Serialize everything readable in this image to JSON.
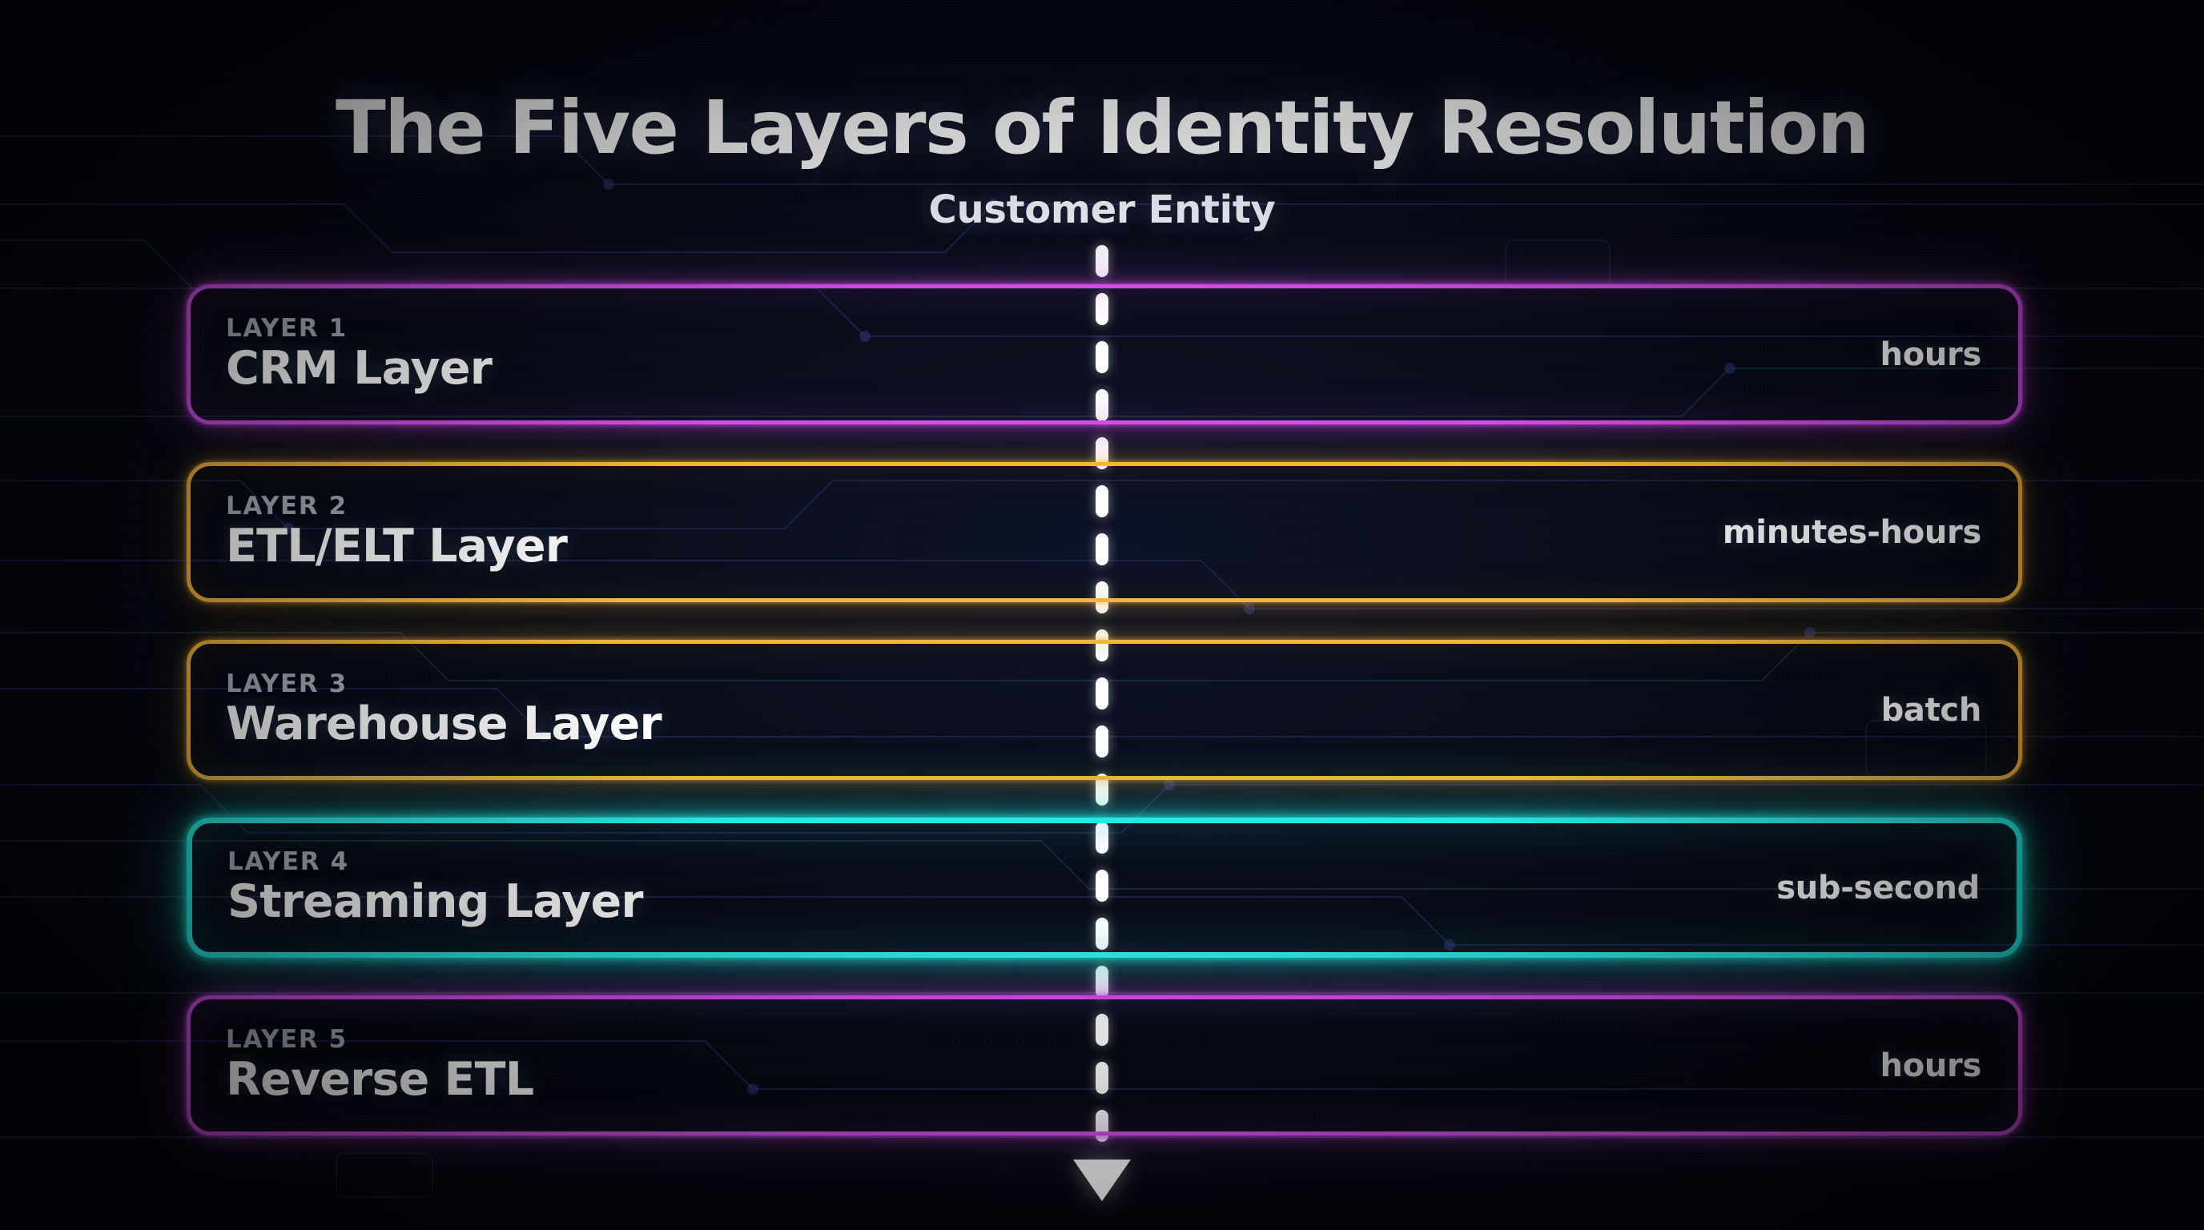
{
  "header": {
    "title": "The Five Layers of Identity Resolution",
    "subtitle": "Customer Entity"
  },
  "spine": {
    "name": "customer-entity-flow-line",
    "arrow_direction": "down"
  },
  "layers": [
    {
      "kicker": "LAYER 1",
      "name": "CRM Layer",
      "latency": "hours",
      "accent": "#d14ee8",
      "accent_name": "magenta",
      "emphasized": false
    },
    {
      "kicker": "LAYER 2",
      "name": "ETL/ELT Layer",
      "latency": "minutes-hours",
      "accent": "#f5b43a",
      "accent_name": "amber",
      "emphasized": false
    },
    {
      "kicker": "LAYER 3",
      "name": "Warehouse Layer",
      "latency": "batch",
      "accent": "#f5b43a",
      "accent_name": "amber",
      "emphasized": false
    },
    {
      "kicker": "LAYER 4",
      "name": "Streaming Layer",
      "latency": "sub-second",
      "accent": "#25e9e1",
      "accent_name": "cyan",
      "emphasized": true
    },
    {
      "kicker": "LAYER 5",
      "name": "Reverse ETL",
      "latency": "hours",
      "accent": "#d14ee8",
      "accent_name": "magenta",
      "emphasized": false
    }
  ],
  "theme": {
    "background": "#070b18",
    "text_primary": "#ffffff",
    "text_muted": "#a7aebd",
    "magenta": "#d14ee8",
    "amber": "#f5b43a",
    "cyan": "#25e9e1"
  }
}
